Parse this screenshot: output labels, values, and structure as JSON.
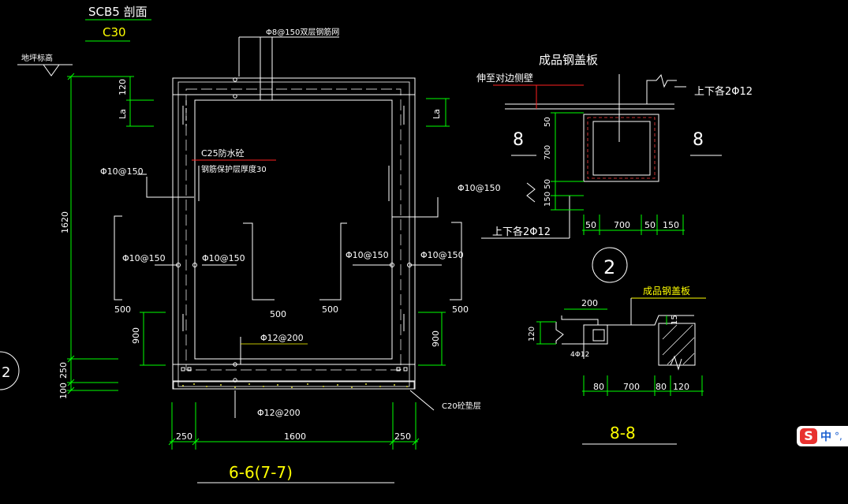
{
  "labels": {
    "section_title": "SCB5 剖面",
    "concrete_grade": "C30",
    "ground_elev": "地坪标高",
    "top_rebar": "Φ8@150双层钢筋网",
    "waterproof": "C25防水砼",
    "cover": "钢筋保护层厚度30",
    "la_left": "La",
    "la_right": "La",
    "dim_120": "120",
    "dim_1620": "1620",
    "dim_250_left": "250",
    "dim_100": "100",
    "dim_900_left": "900",
    "dim_900_right": "900",
    "phi10_left_top": "Φ10@150",
    "phi10_right_top": "Φ10@150",
    "phi10_a": "Φ10@150",
    "phi10_b": "Φ10@150",
    "phi10_c": "Φ10@150",
    "phi10_d": "Φ10@150",
    "dim_500_a": "500",
    "dim_500_b": "500",
    "dim_500_c": "500",
    "dim_500_d": "500",
    "phi12_top": "Φ12@200",
    "phi12_bottom": "Φ12@200",
    "c20": "C20砼垫层",
    "bot_250_left": "250",
    "bot_1600": "1600",
    "bot_250_right": "250",
    "view_title": "6-6(7-7)",
    "cover_plate_title": "成品钢盖板",
    "extend_wall": "伸至对边侧壁",
    "section_8_left": "8",
    "section_8_right": "8",
    "top_bottom_right": "上下各2Φ12",
    "top_bottom_left": "上下各2Φ12",
    "d8_50": "50",
    "d8_700": "700",
    "d8_150_50": "150 50",
    "h8_50a": "50",
    "h8_700": "700",
    "h8_50b": "50",
    "h8_150": "150",
    "circle_num": "2",
    "cover_plate_label": "成品钢盖板",
    "d2_200": "200",
    "d2_120": "120",
    "d2_15": "15",
    "d2_4phi12": "4Φ12",
    "b2_80a": "80",
    "b2_700": "700",
    "b2_80b": "80",
    "b2_120": "120",
    "title_88": "8-8",
    "circle_partial": "2"
  },
  "ime": {
    "logo": "S",
    "text": "中",
    "dots": "°,"
  },
  "colors": {
    "bg": "#000000",
    "wall": "#ffffff",
    "dim": "#00ff00",
    "text": "#ffffff",
    "accent": "#ffff00",
    "leader": "#ff0000"
  }
}
